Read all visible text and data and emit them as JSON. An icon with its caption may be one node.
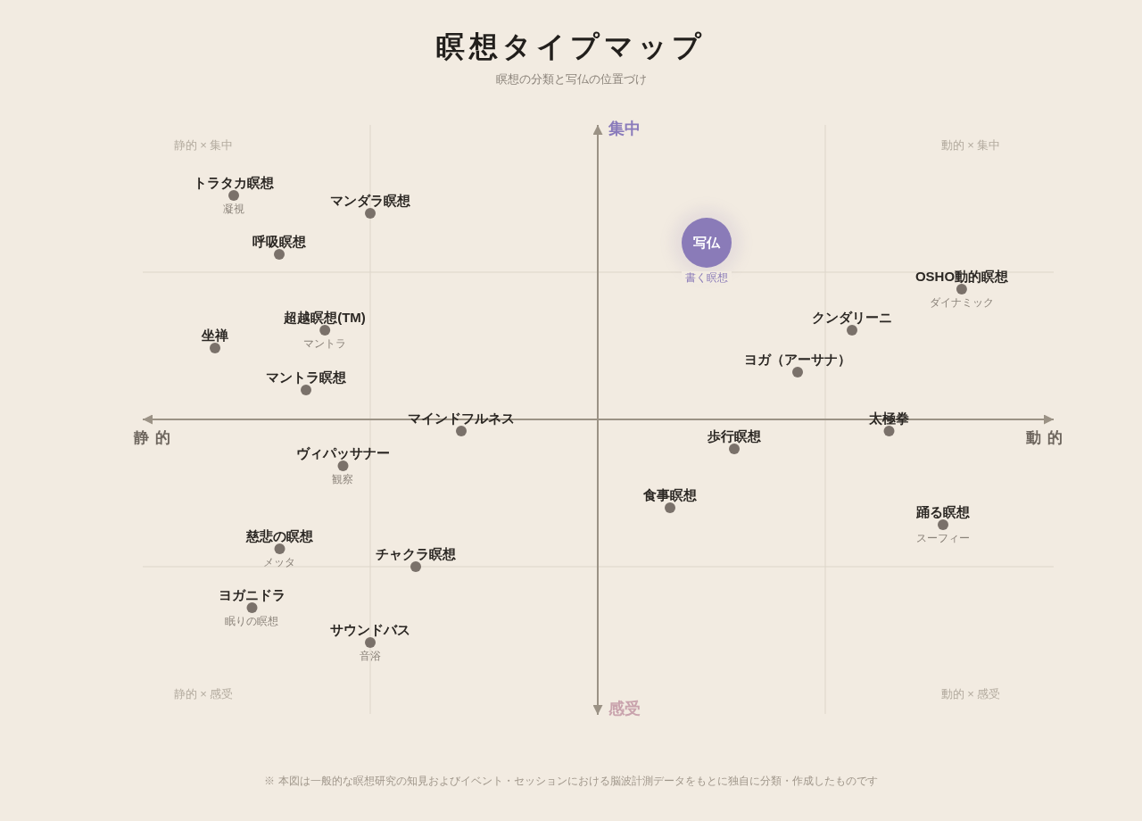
{
  "diagram": {
    "title": "瞑想タイプマップ",
    "caption": "※ 本図は一般的な瞑想研究の知見およびイベント・セッションにおける脳波計測データをもとに独自に分類・作成したものです",
    "nodes": [
      {
        "text": [
          "トラタカ瞑想"
        ],
        "beside": [
          "凝視"
        ]
      },
      {
        "text": [
          "マンダラ瞑想"
        ]
      },
      {
        "text": [
          "呼吸瞑想"
        ]
      },
      {
        "text": [
          "写仏"
        ],
        "beside": [
          "書く瞑想"
        ]
      },
      {
        "text": [
          "OSHO動的瞑想"
        ],
        "beside": [
          "ダイナミック"
        ]
      },
      {
        "text": [
          "超越瞑想(TM)"
        ],
        "beside": [
          "マントラ"
        ]
      },
      {
        "text": [
          "クンダリーニ"
        ]
      },
      {
        "text": [
          "坐禅"
        ]
      },
      {
        "text": [
          "ヨガ（アーサナ）"
        ]
      },
      {
        "text": [
          "マントラ瞑想"
        ]
      },
      {
        "text": [
          "マインドフルネス"
        ]
      },
      {
        "text": [
          "太極拳"
        ]
      },
      {
        "text": [
          "歩行瞑想"
        ]
      },
      {
        "text": [
          "ヴィパッサナー"
        ],
        "beside": [
          "観察"
        ]
      },
      {
        "text": [
          "食事瞑想"
        ]
      },
      {
        "text": [
          "踊る瞑想"
        ],
        "beside": [
          "スーフィー"
        ]
      },
      {
        "text": [
          "慈悲の瞑想"
        ],
        "beside": [
          "メッタ"
        ]
      },
      {
        "text": [
          "チャクラ瞑想"
        ]
      },
      {
        "text": [
          "ヨガニドラ"
        ],
        "beside": [
          "眠りの瞑想"
        ]
      },
      {
        "text": [
          "サウンドバス"
        ],
        "beside": [
          "音浴"
        ]
      }
    ],
    "labels": [
      "瞑想の分類と写仏の位置づけ",
      "集中",
      "静的 × 集中",
      "動的 × 集中",
      "静 的",
      "動 的",
      "静的 × 感受",
      "動的 × 感受",
      "感受"
    ]
  }
}
